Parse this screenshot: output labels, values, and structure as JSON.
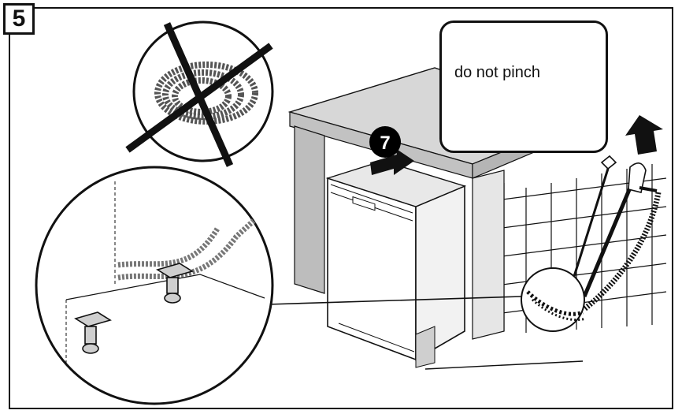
{
  "step": {
    "number": "5"
  },
  "callout": {
    "text": "do not pinch"
  },
  "slide_badge": {
    "number": "7"
  },
  "colors": {
    "outline": "#111111",
    "counter_top": "#d7d7d7",
    "cabinet_grey": "#bdbdbd",
    "hose_grey": "#c9c9c9",
    "badge": "#000000"
  },
  "icons": [
    "crossed-out-coiled-hose-icon",
    "arrow-push-in-icon",
    "arrow-up-icon",
    "mains-plug-icon",
    "water-inlet-hose-icon",
    "drain-hose-icon",
    "adjustable-foot-icon"
  ]
}
